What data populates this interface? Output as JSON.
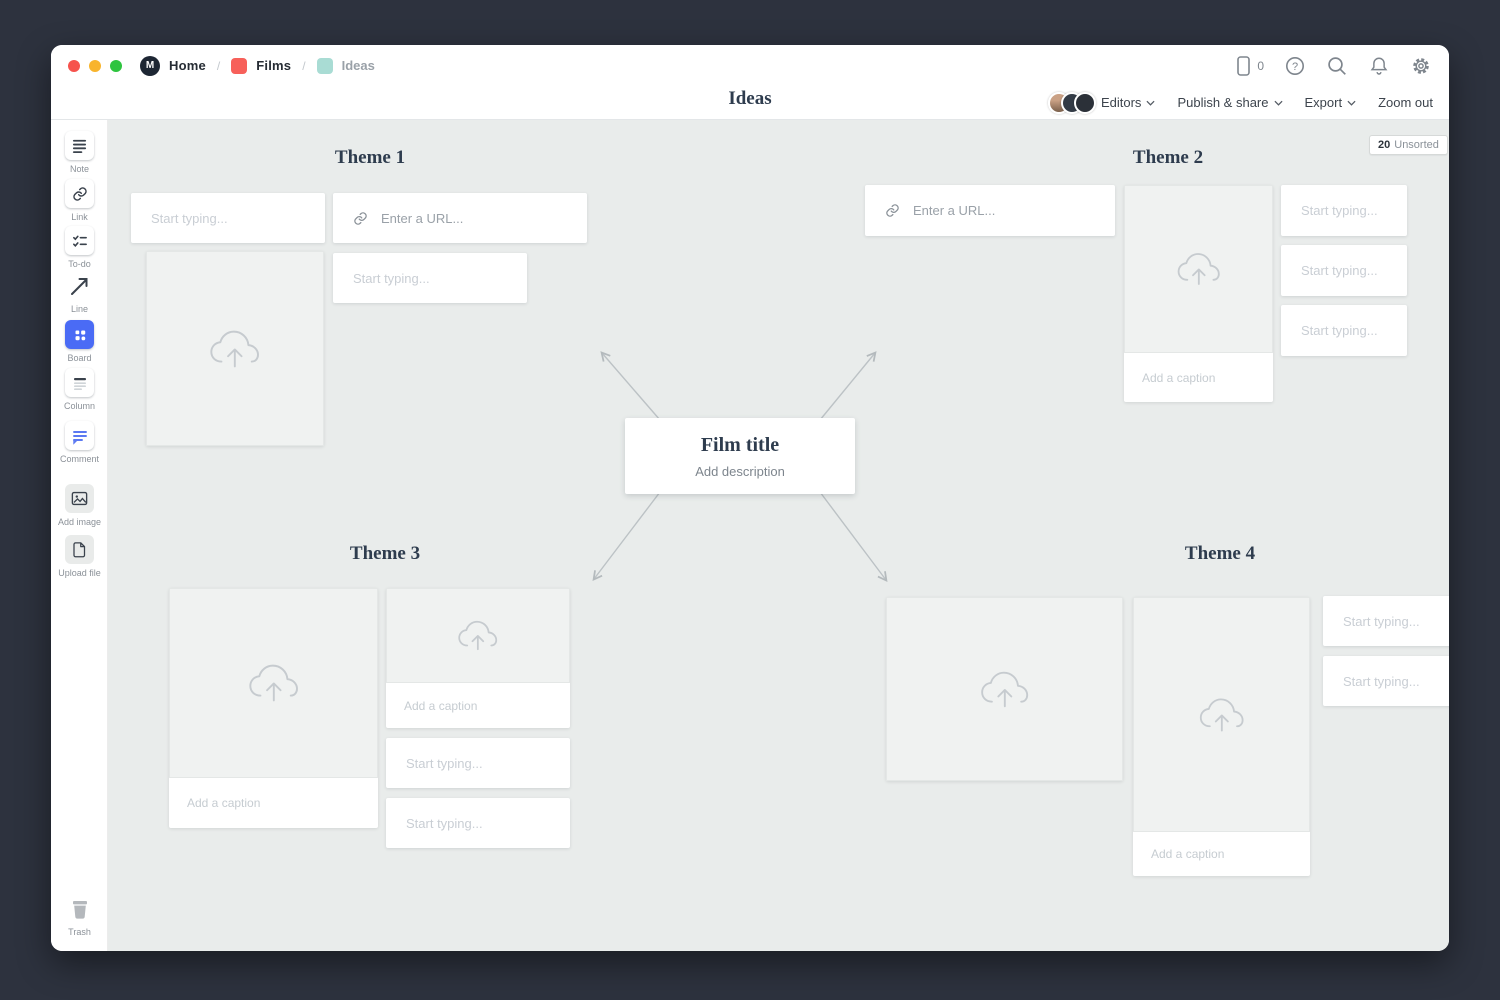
{
  "breadcrumb": {
    "home": "Home",
    "films": "Films",
    "ideas": "Ideas",
    "separator": "/",
    "logo_letter": "M"
  },
  "topbar": {
    "device_count": "0",
    "icons": [
      "device-icon",
      "help-icon",
      "search-icon",
      "notifications-icon",
      "settings-icon"
    ]
  },
  "titlebar": {
    "board_title": "Ideas",
    "editors_label": "Editors",
    "publish_label": "Publish & share",
    "export_label": "Export",
    "zoom_out_label": "Zoom out"
  },
  "sidebar": {
    "items": [
      {
        "label": "Note",
        "icon": "note-icon"
      },
      {
        "label": "Link",
        "icon": "link-icon"
      },
      {
        "label": "To-do",
        "icon": "todo-icon"
      },
      {
        "label": "Line",
        "icon": "line-icon"
      },
      {
        "label": "Board",
        "icon": "board-icon",
        "active": true
      },
      {
        "label": "Column",
        "icon": "column-icon"
      },
      {
        "label": "Comment",
        "icon": "comment-icon"
      },
      {
        "label": "Add image",
        "icon": "add-image-icon"
      },
      {
        "label": "Upload file",
        "icon": "upload-file-icon"
      },
      {
        "label": "Trash",
        "icon": "trash-icon"
      }
    ]
  },
  "canvas": {
    "unsorted_badge": {
      "count": "20",
      "label": "Unsorted"
    },
    "themes": [
      "Theme 1",
      "Theme 2",
      "Theme 3",
      "Theme 4"
    ],
    "center_card": {
      "title": "Film title",
      "description_placeholder": "Add description"
    },
    "placeholders": {
      "start_typing": "Start typing...",
      "enter_url": "Enter a URL...",
      "add_caption": "Add a caption"
    }
  },
  "colors": {
    "frame_bg": "#2d323e",
    "canvas_bg": "#e9eceb",
    "accent_blue": "#4a6bf5",
    "films_red": "#f7605a",
    "ideas_teal": "#a9dcd4",
    "traffic_red": "#f6534d",
    "traffic_yellow": "#f8b42c",
    "traffic_green": "#2ec43f",
    "heading_navy": "#2e3c4e"
  }
}
